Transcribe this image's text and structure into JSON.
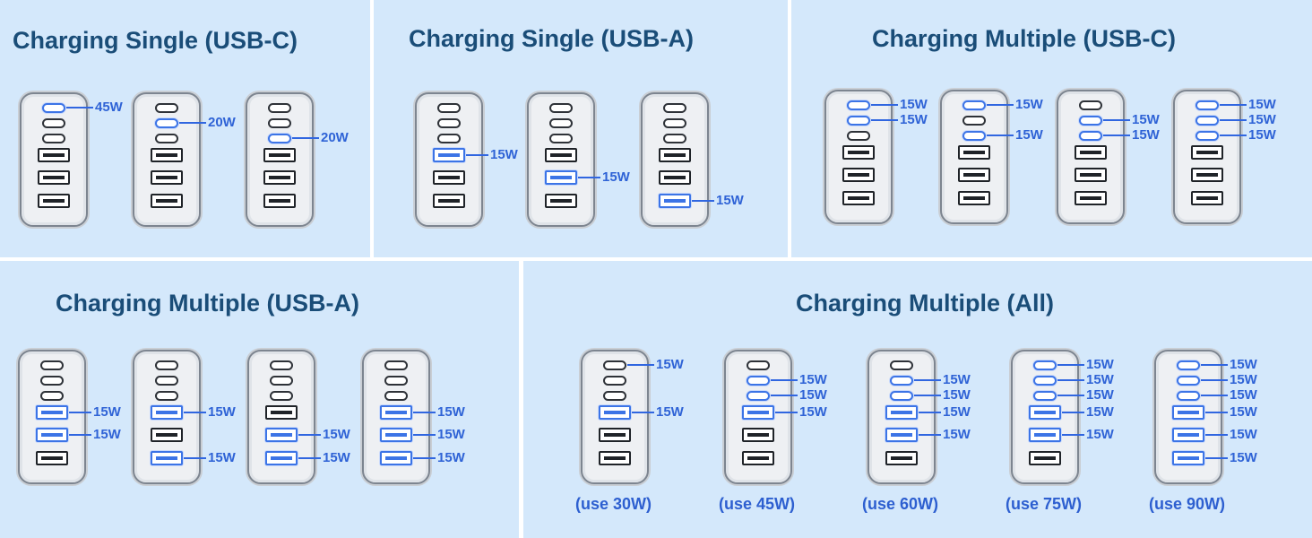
{
  "colors": {
    "panel_bg": "#d4e8fb",
    "title": "#1a4d78",
    "accent_blue": "#3066e0",
    "port_dark": "#1f2328"
  },
  "panels": [
    {
      "title": "Charging Single (USB-C)",
      "chargers": [
        {
          "ports": [
            {
              "type": "c",
              "active": true,
              "label": "45W"
            },
            {
              "type": "c",
              "active": false,
              "label": ""
            },
            {
              "type": "c",
              "active": false,
              "label": ""
            },
            {
              "type": "a",
              "active": false,
              "label": ""
            },
            {
              "type": "a",
              "active": false,
              "label": ""
            },
            {
              "type": "a",
              "active": false,
              "label": ""
            }
          ]
        },
        {
          "ports": [
            {
              "type": "c",
              "active": false,
              "label": ""
            },
            {
              "type": "c",
              "active": true,
              "label": "20W"
            },
            {
              "type": "c",
              "active": false,
              "label": ""
            },
            {
              "type": "a",
              "active": false,
              "label": ""
            },
            {
              "type": "a",
              "active": false,
              "label": ""
            },
            {
              "type": "a",
              "active": false,
              "label": ""
            }
          ]
        },
        {
          "ports": [
            {
              "type": "c",
              "active": false,
              "label": ""
            },
            {
              "type": "c",
              "active": false,
              "label": ""
            },
            {
              "type": "c",
              "active": true,
              "label": "20W"
            },
            {
              "type": "a",
              "active": false,
              "label": ""
            },
            {
              "type": "a",
              "active": false,
              "label": ""
            },
            {
              "type": "a",
              "active": false,
              "label": ""
            }
          ]
        }
      ]
    },
    {
      "title": "Charging Single (USB-A)",
      "chargers": [
        {
          "ports": [
            {
              "type": "c",
              "active": false,
              "label": ""
            },
            {
              "type": "c",
              "active": false,
              "label": ""
            },
            {
              "type": "c",
              "active": false,
              "label": ""
            },
            {
              "type": "a",
              "active": true,
              "label": "15W"
            },
            {
              "type": "a",
              "active": false,
              "label": ""
            },
            {
              "type": "a",
              "active": false,
              "label": ""
            }
          ]
        },
        {
          "ports": [
            {
              "type": "c",
              "active": false,
              "label": ""
            },
            {
              "type": "c",
              "active": false,
              "label": ""
            },
            {
              "type": "c",
              "active": false,
              "label": ""
            },
            {
              "type": "a",
              "active": false,
              "label": ""
            },
            {
              "type": "a",
              "active": true,
              "label": "15W"
            },
            {
              "type": "a",
              "active": false,
              "label": ""
            }
          ]
        },
        {
          "ports": [
            {
              "type": "c",
              "active": false,
              "label": ""
            },
            {
              "type": "c",
              "active": false,
              "label": ""
            },
            {
              "type": "c",
              "active": false,
              "label": ""
            },
            {
              "type": "a",
              "active": false,
              "label": ""
            },
            {
              "type": "a",
              "active": false,
              "label": ""
            },
            {
              "type": "a",
              "active": true,
              "label": "15W"
            }
          ]
        }
      ]
    },
    {
      "title": "Charging Multiple (USB-C)",
      "chargers": [
        {
          "ports": [
            {
              "type": "c",
              "active": true,
              "label": "15W"
            },
            {
              "type": "c",
              "active": true,
              "label": "15W"
            },
            {
              "type": "c",
              "active": false,
              "label": ""
            },
            {
              "type": "a",
              "active": false,
              "label": ""
            },
            {
              "type": "a",
              "active": false,
              "label": ""
            },
            {
              "type": "a",
              "active": false,
              "label": ""
            }
          ]
        },
        {
          "ports": [
            {
              "type": "c",
              "active": true,
              "label": "15W"
            },
            {
              "type": "c",
              "active": false,
              "label": ""
            },
            {
              "type": "c",
              "active": true,
              "label": "15W"
            },
            {
              "type": "a",
              "active": false,
              "label": ""
            },
            {
              "type": "a",
              "active": false,
              "label": ""
            },
            {
              "type": "a",
              "active": false,
              "label": ""
            }
          ]
        },
        {
          "ports": [
            {
              "type": "c",
              "active": false,
              "label": ""
            },
            {
              "type": "c",
              "active": true,
              "label": "15W"
            },
            {
              "type": "c",
              "active": true,
              "label": "15W"
            },
            {
              "type": "a",
              "active": false,
              "label": ""
            },
            {
              "type": "a",
              "active": false,
              "label": ""
            },
            {
              "type": "a",
              "active": false,
              "label": ""
            }
          ]
        },
        {
          "ports": [
            {
              "type": "c",
              "active": true,
              "label": "15W"
            },
            {
              "type": "c",
              "active": true,
              "label": "15W"
            },
            {
              "type": "c",
              "active": true,
              "label": "15W"
            },
            {
              "type": "a",
              "active": false,
              "label": ""
            },
            {
              "type": "a",
              "active": false,
              "label": ""
            },
            {
              "type": "a",
              "active": false,
              "label": ""
            }
          ]
        }
      ]
    },
    {
      "title": "Charging Multiple (USB-A)",
      "chargers": [
        {
          "ports": [
            {
              "type": "c",
              "active": false,
              "label": ""
            },
            {
              "type": "c",
              "active": false,
              "label": ""
            },
            {
              "type": "c",
              "active": false,
              "label": ""
            },
            {
              "type": "a",
              "active": true,
              "label": "15W"
            },
            {
              "type": "a",
              "active": true,
              "label": "15W"
            },
            {
              "type": "a",
              "active": false,
              "label": ""
            }
          ]
        },
        {
          "ports": [
            {
              "type": "c",
              "active": false,
              "label": ""
            },
            {
              "type": "c",
              "active": false,
              "label": ""
            },
            {
              "type": "c",
              "active": false,
              "label": ""
            },
            {
              "type": "a",
              "active": true,
              "label": "15W"
            },
            {
              "type": "a",
              "active": false,
              "label": ""
            },
            {
              "type": "a",
              "active": true,
              "label": "15W"
            }
          ]
        },
        {
          "ports": [
            {
              "type": "c",
              "active": false,
              "label": ""
            },
            {
              "type": "c",
              "active": false,
              "label": ""
            },
            {
              "type": "c",
              "active": false,
              "label": ""
            },
            {
              "type": "a",
              "active": false,
              "label": ""
            },
            {
              "type": "a",
              "active": true,
              "label": "15W"
            },
            {
              "type": "a",
              "active": true,
              "label": "15W"
            }
          ]
        },
        {
          "ports": [
            {
              "type": "c",
              "active": false,
              "label": ""
            },
            {
              "type": "c",
              "active": false,
              "label": ""
            },
            {
              "type": "c",
              "active": false,
              "label": ""
            },
            {
              "type": "a",
              "active": true,
              "label": "15W"
            },
            {
              "type": "a",
              "active": true,
              "label": "15W"
            },
            {
              "type": "a",
              "active": true,
              "label": "15W"
            }
          ]
        }
      ]
    },
    {
      "title": "Charging Multiple (All)",
      "chargers": [
        {
          "note": "(use 30W)",
          "ports": [
            {
              "type": "c",
              "active": false,
              "label": "15W"
            },
            {
              "type": "c",
              "active": false,
              "label": ""
            },
            {
              "type": "c",
              "active": false,
              "label": ""
            },
            {
              "type": "a",
              "active": true,
              "label": "15W"
            },
            {
              "type": "a",
              "active": false,
              "label": ""
            },
            {
              "type": "a",
              "active": false,
              "label": ""
            }
          ]
        },
        {
          "note": "(use 45W)",
          "ports": [
            {
              "type": "c",
              "active": false,
              "label": ""
            },
            {
              "type": "c",
              "active": true,
              "label": "15W"
            },
            {
              "type": "c",
              "active": true,
              "label": "15W"
            },
            {
              "type": "a",
              "active": true,
              "label": "15W"
            },
            {
              "type": "a",
              "active": false,
              "label": ""
            },
            {
              "type": "a",
              "active": false,
              "label": ""
            }
          ]
        },
        {
          "note": "(use 60W)",
          "ports": [
            {
              "type": "c",
              "active": false,
              "label": ""
            },
            {
              "type": "c",
              "active": true,
              "label": "15W"
            },
            {
              "type": "c",
              "active": true,
              "label": "15W"
            },
            {
              "type": "a",
              "active": true,
              "label": "15W"
            },
            {
              "type": "a",
              "active": true,
              "label": "15W"
            },
            {
              "type": "a",
              "active": false,
              "label": ""
            }
          ]
        },
        {
          "note": "(use 75W)",
          "ports": [
            {
              "type": "c",
              "active": true,
              "label": "15W"
            },
            {
              "type": "c",
              "active": true,
              "label": "15W"
            },
            {
              "type": "c",
              "active": true,
              "label": "15W"
            },
            {
              "type": "a",
              "active": true,
              "label": "15W"
            },
            {
              "type": "a",
              "active": true,
              "label": "15W"
            },
            {
              "type": "a",
              "active": false,
              "label": ""
            }
          ]
        },
        {
          "note": "(use 90W)",
          "ports": [
            {
              "type": "c",
              "active": true,
              "label": "15W"
            },
            {
              "type": "c",
              "active": true,
              "label": "15W"
            },
            {
              "type": "c",
              "active": true,
              "label": "15W"
            },
            {
              "type": "a",
              "active": true,
              "label": "15W"
            },
            {
              "type": "a",
              "active": true,
              "label": "15W"
            },
            {
              "type": "a",
              "active": true,
              "label": "15W"
            }
          ]
        }
      ]
    }
  ]
}
